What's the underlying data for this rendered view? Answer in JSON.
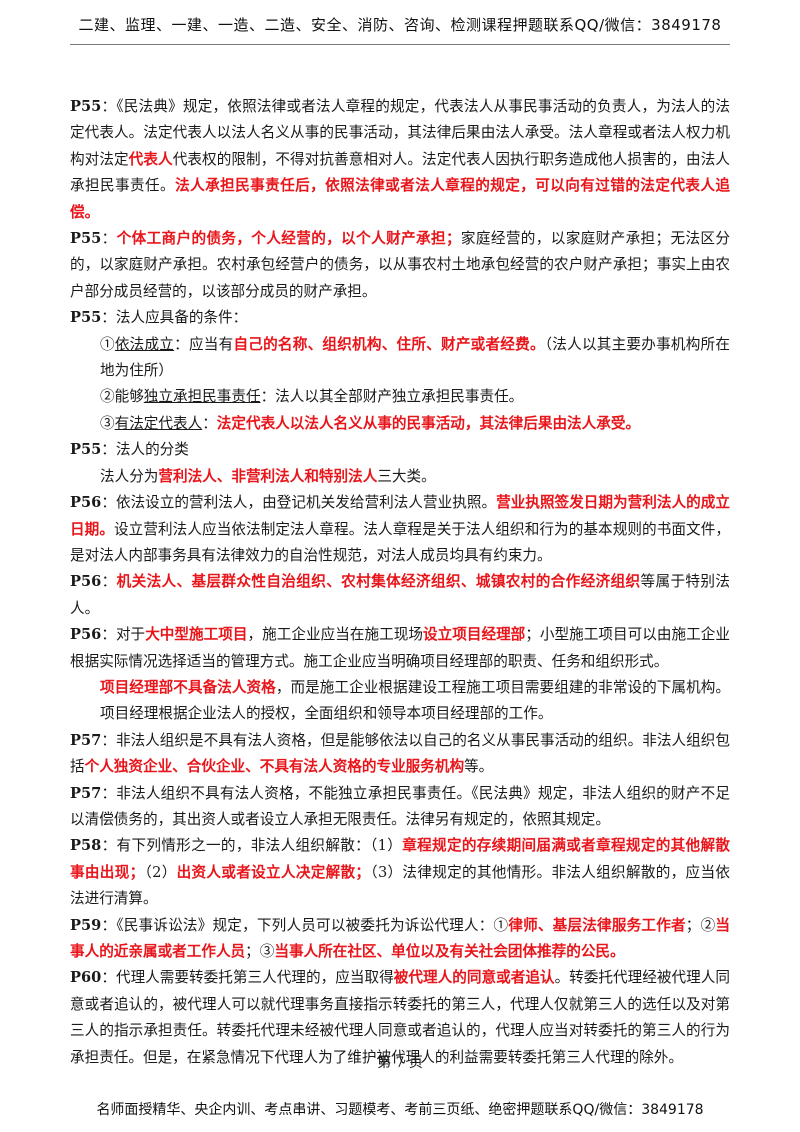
{
  "header": {
    "text": "二建、监理、一建、一造、二造、安全、消防、咨询、检测课程押题联系QQ/微信：3849178"
  },
  "paragraphs": [
    {
      "indent": false,
      "segments": [
        {
          "t": "P55",
          "s": "b"
        },
        {
          "t": "：《民法典》规定，依照法律或者法人章程的规定，代表法人从事民事活动的负责人，为法人的法定代表人。法定代表人以法人名义从事的民事活动，其法律后果由法人承受。法人章程或者法人权力机构对法定"
        },
        {
          "t": "代表人",
          "s": "r"
        },
        {
          "t": "代表权的限制，不得对抗善意相对人。法定代表人因执行职务造成他人损害的，由法人承担民事责任。"
        },
        {
          "t": "法人承担民事责任后，依照法律或者法人章程的规定，可以向有过错的法定代表人追偿。",
          "s": "r"
        }
      ]
    },
    {
      "indent": false,
      "segments": [
        {
          "t": "P55",
          "s": "b"
        },
        {
          "t": "："
        },
        {
          "t": "个体工商户的债务，个人经营的，以个人财产承担；",
          "s": "r"
        },
        {
          "t": "家庭经营的，以家庭财产承担；无法区分的，以家庭财产承担。农村承包经营户的债务，以从事农村土地承包经营的农户财产承担；事实上由农户部分成员经营的，以该部分成员的财产承担。"
        }
      ]
    },
    {
      "indent": false,
      "segments": [
        {
          "t": "P55",
          "s": "b"
        },
        {
          "t": "：法人应具备的条件："
        }
      ]
    },
    {
      "indent": true,
      "segments": [
        {
          "t": "①"
        },
        {
          "t": "依法成立",
          "s": "u"
        },
        {
          "t": "：应当有"
        },
        {
          "t": "自己的名称、组织机构、住所、财产或者经费。",
          "s": "r"
        },
        {
          "t": "（法人以其主要办事机构所在地为住所）"
        }
      ]
    },
    {
      "indent": true,
      "segments": [
        {
          "t": "②能够"
        },
        {
          "t": "独立承担民事责任",
          "s": "u"
        },
        {
          "t": "：法人以其全部财产独立承担民事责任。"
        }
      ]
    },
    {
      "indent": true,
      "segments": [
        {
          "t": "③"
        },
        {
          "t": "有法定代表人",
          "s": "u"
        },
        {
          "t": "："
        },
        {
          "t": "法定代表人以法人名义从事的民事活动，其法律后果由法人承受。",
          "s": "r"
        }
      ]
    },
    {
      "indent": false,
      "segments": [
        {
          "t": "P55",
          "s": "b"
        },
        {
          "t": "：法人的分类"
        }
      ]
    },
    {
      "indent": true,
      "segments": [
        {
          "t": "法人分为"
        },
        {
          "t": "营利法人、非营利法人和特别法人",
          "s": "r"
        },
        {
          "t": "三大类。"
        }
      ]
    },
    {
      "indent": false,
      "segments": [
        {
          "t": "P56",
          "s": "b"
        },
        {
          "t": "：依法设立的营利法人，由登记机关发给营利法人营业执照。"
        },
        {
          "t": "营业执照签发日期为营利法人的成立日期。",
          "s": "r"
        },
        {
          "t": "设立营利法人应当依法制定法人章程。法人章程是关于法人组织和行为的基本规则的书面文件，是对法人内部事务具有法律效力的自治性规范，对法人成员均具有约束力。"
        }
      ]
    },
    {
      "indent": false,
      "segments": [
        {
          "t": "P56",
          "s": "b"
        },
        {
          "t": "："
        },
        {
          "t": "机关法人、基层群众性自治组织、农村集体经济组织、城镇农村的合作经济组织",
          "s": "r"
        },
        {
          "t": "等属于特别法人。"
        }
      ]
    },
    {
      "indent": false,
      "segments": [
        {
          "t": "P56",
          "s": "b"
        },
        {
          "t": "：对于"
        },
        {
          "t": "大中型施工项目",
          "s": "r"
        },
        {
          "t": "，施工企业应当在施工现场"
        },
        {
          "t": "设立项目经理部",
          "s": "r"
        },
        {
          "t": "；小型施工项目可以由施工企业根据实际情况选择适当的管理方式。施工企业应当明确项目经理部的职责、任务和组织形式。"
        }
      ]
    },
    {
      "indent": true,
      "segments": [
        {
          "t": "项目经理部不具备法人资格",
          "s": "r"
        },
        {
          "t": "，而是施工企业根据建设工程施工项目需要组建的非常设的下属机构。项目经理根据企业法人的授权，全面组织和领导本项目经理部的工作。"
        }
      ]
    },
    {
      "indent": false,
      "segments": [
        {
          "t": "P57",
          "s": "b"
        },
        {
          "t": "：非法人组织是不具有法人资格，但是能够依法以自己的名义从事民事活动的组织。非法人组织包括"
        },
        {
          "t": "个人独资企业、合伙企业、不具有法人资格的专业服务机构",
          "s": "r"
        },
        {
          "t": "等。"
        }
      ]
    },
    {
      "indent": false,
      "segments": [
        {
          "t": "P57",
          "s": "b"
        },
        {
          "t": "：非法人组织不具有法人资格，不能独立承担民事责任。《民法典》规定，非法人组织的财产不足以清偿债务的，其出资人或者设立人承担无限责任。法律另有规定的，依照其规定。"
        }
      ]
    },
    {
      "indent": false,
      "segments": [
        {
          "t": "P58",
          "s": "b"
        },
        {
          "t": "：有下列情形之一的，非法人组织解散：（1）"
        },
        {
          "t": "章程规定的存续期间届满或者章程规定的其他解散事由出现；",
          "s": "r"
        },
        {
          "t": "（2）"
        },
        {
          "t": "出资人或者设立人决定解散；",
          "s": "r"
        },
        {
          "t": "（3）法律规定的其他情形。非法人组织解散的，应当依法进行清算。"
        }
      ]
    },
    {
      "indent": false,
      "segments": [
        {
          "t": "P59",
          "s": "b"
        },
        {
          "t": "：《民事诉讼法》规定，下列人员可以被委托为诉讼代理人：①"
        },
        {
          "t": "律师、基层法律服务工作者",
          "s": "r"
        },
        {
          "t": "；②"
        },
        {
          "t": "当事人的近亲属或者工作人员",
          "s": "r"
        },
        {
          "t": "；③"
        },
        {
          "t": "当事人所在社区、单位以及有关社会团体推荐的公民。",
          "s": "r"
        }
      ]
    },
    {
      "indent": false,
      "segments": [
        {
          "t": "P60",
          "s": "b"
        },
        {
          "t": "：代理人需要转委托第三人代理的，应当取得"
        },
        {
          "t": "被代理人的同意或者追认",
          "s": "r"
        },
        {
          "t": "。转委托代理经被代理人同意或者追认的，被代理人可以就代理事务直接指示转委托的第三人，代理人仅就第三人的选任以及对第三人的指示承担责任。转委托代理未经被代理人同意或者追认的，代理人应当对转委托的第三人的行为承担责任。但是，在紧急情况下代理人为了维护被代理人的利益需要转委托第三人代理的除外。"
        }
      ]
    }
  ],
  "page_number": "第 7 页",
  "footer": {
    "text": "名师面授精华、央企内训、考点串讲、习题模考、考前三页纸、绝密押题联系QQ/微信：3849178"
  }
}
